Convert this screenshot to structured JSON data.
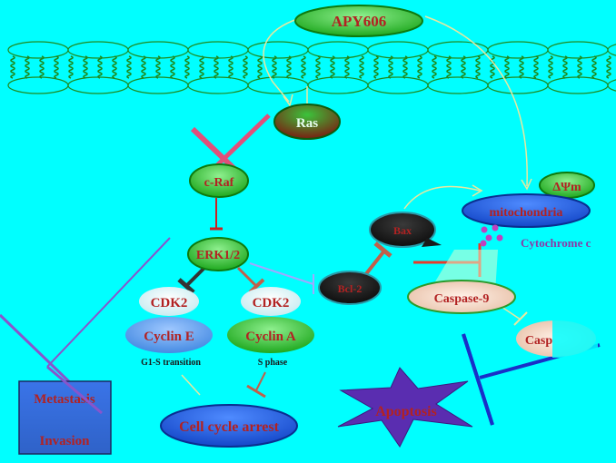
{
  "nodes": {
    "apy606": "APY606",
    "ras": "Ras",
    "craf": "c-Raf",
    "erk": "ERK1/2",
    "cdk2_e": "CDK2",
    "cdk2_a": "CDK2",
    "cyclin_e": "Cyclin E",
    "cyclin_a": "Cyclin A",
    "g1s": "G1-S transition",
    "sphase": "S phase",
    "cell_cycle_arrest": "Cell cycle arrest",
    "metastasis": "Metastasis",
    "invasion": "Invasion",
    "bcl2": "Bcl-2",
    "bax": "Bax",
    "mitochondria": "mitochondria",
    "delta_psi": "ΔΨm",
    "cytochrome_c": "Cytochrome c",
    "caspase9": "Caspase-9",
    "caspase3": "Casp",
    "apoptosis": "Apoptosis"
  },
  "colors": {
    "background": "#00FFFF",
    "membrane": "#1E8B1E",
    "node_green": "#3CCB3C",
    "node_dark": "#1A1A1A",
    "node_blue": "#1E5FD6",
    "label_red": "#B22222",
    "inhibit_pink": "#E0507A",
    "apoptosis_purple": "#5A2DB0",
    "caspase_pink": "#F0D8C8",
    "cytochrome_dots": "#C040C0"
  }
}
